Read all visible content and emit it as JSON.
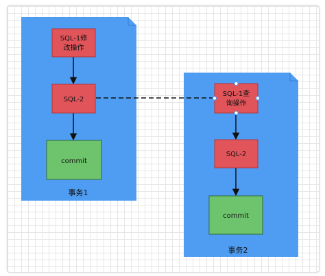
{
  "colors": {
    "container": "#4f9cf3",
    "node_red": "#e0545a",
    "node_red_stroke": "#b0363b",
    "node_green": "#6ec36d",
    "node_green_stroke": "#2f6e2f",
    "edge": "#111111"
  },
  "tx1": {
    "label": "事务1",
    "node_modify": [
      "SQL-1修",
      "改操作"
    ],
    "node_sql2": "SQL-2",
    "node_commit": "commit"
  },
  "tx2": {
    "label": "事务2",
    "node_query": [
      "SQL-1查",
      "询操作"
    ],
    "node_sql2": "SQL-2",
    "node_commit": "commit"
  }
}
